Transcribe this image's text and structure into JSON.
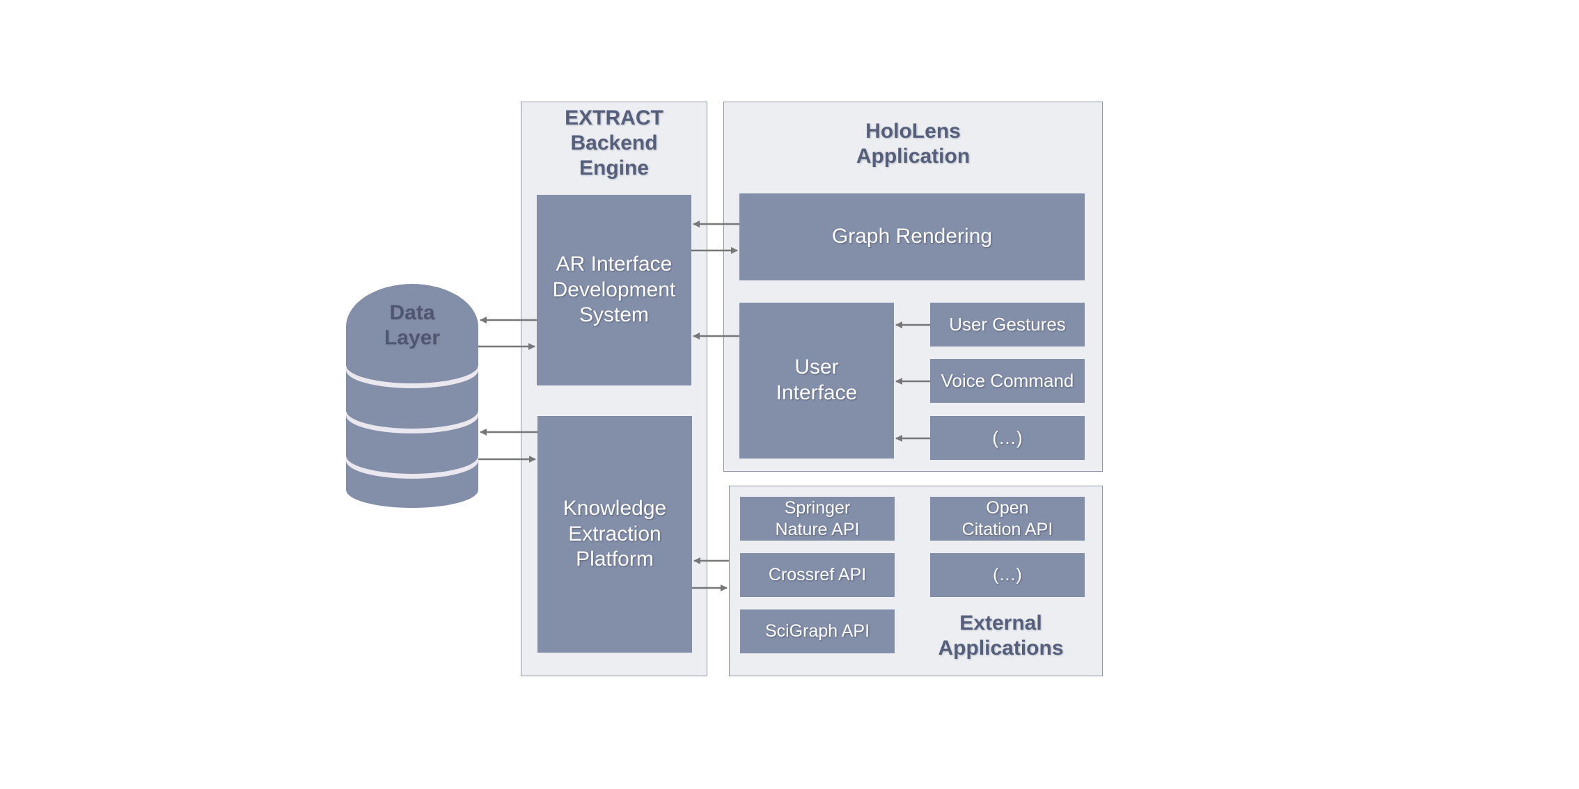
{
  "colors": {
    "box_fill": "#838ea9",
    "frame_fill": "#eceef2",
    "frame_border": "#8e94a4",
    "title_text": "#555f7c",
    "arrow": "#777777",
    "disk_band": "#ebe7ef"
  },
  "data_layer": {
    "label": "Data\nLayer"
  },
  "extract": {
    "title": "EXTRACT\nBackend\nEngine",
    "ar_interface": "AR Interface\nDevelopment\nSystem",
    "knowledge_extraction": "Knowledge\nExtraction\nPlatform"
  },
  "hololens": {
    "title": "HoloLens\nApplication",
    "graph_rendering": "Graph Rendering",
    "user_interface": "User\nInterface",
    "inputs": [
      "User Gestures",
      "Voice Command",
      "(…)"
    ]
  },
  "external": {
    "title": "External\nApplications",
    "apis": [
      "Springer\nNature API",
      "Open\nCitation API",
      "Crossref API",
      "(…)",
      "SciGraph API"
    ]
  }
}
